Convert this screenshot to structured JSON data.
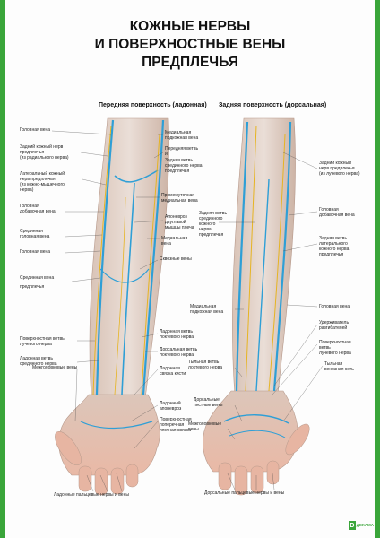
{
  "poster": {
    "title_lines": [
      "КОЖНЫЕ НЕРВЫ",
      "И ПОВЕРХНОСТНЫЕ ВЕНЫ",
      "ПРЕДПЛЕЧЬЯ"
    ],
    "brand_name": "ДЕКАМА",
    "accent_color": "#3aa53a",
    "vein_color": "#2f9fd6",
    "nerve_color": "#e6b422"
  },
  "anterior": {
    "heading": "Передняя поверхность (ладонная)",
    "labels": {
      "cephalic_vein": "Головная вена",
      "post_cutaneous": [
        "Задний кожный нерв",
        "предплечья",
        "(из радиального нерва)"
      ],
      "lat_cutaneous": [
        "Латеральный кожный",
        "нерв предплечья",
        "(из кожно-мышечного",
        "нерва)"
      ],
      "accessory_cephalic": [
        "Головная",
        "добавочная вена"
      ],
      "median_cephalic": [
        "Срединная",
        "головная вена"
      ],
      "cephalic_vein_2": "Головная вена",
      "median_antebrachial": [
        "Срединная вена",
        "предплечья"
      ],
      "superficial_radial": [
        "Поверхностная ветвь",
        "лучевого нерва"
      ],
      "palmar_median": [
        "Ладонная ветвь",
        "срединного нерва"
      ],
      "intercapitular": "Межголовковые вены",
      "palmar_digital": "Ладонные пальцевые нервы и вены",
      "median_basilic": [
        "Медиальная",
        "подкожная вена"
      ],
      "ant_branch": [
        "Передняя ветвь",
        "и"
      ],
      "post_branch_med": [
        "Задняя ветвь",
        "срединного нерва",
        "предплечья"
      ],
      "intermediate_median": [
        "Промежуточная",
        "медиальная вена"
      ],
      "aponeurosis_biceps": [
        "Апоневроз",
        "двуглавой",
        "мышцы плеча"
      ],
      "medial_vein": [
        "Медиальная",
        "вена"
      ],
      "perforating": "Сквозные вены",
      "palmar_ulnar": [
        "Ладонная ветвь",
        "локтевого нерва"
      ],
      "dorsal_ulnar": [
        "Дорсальная ветвь",
        "локтевого нерва"
      ],
      "palmar_carpal": [
        "Ладонная",
        "связка кисти"
      ],
      "palmar_aponeurosis": [
        "Ладонный",
        "апоневроз"
      ],
      "transverse_palmar": [
        "Поверхностная",
        "поперечная",
        "пястная связка"
      ]
    }
  },
  "posterior": {
    "heading": "Задняя поверхность (дорсальная)",
    "labels": {
      "post_cutaneous": [
        "Задний кожный",
        "нерв предплечья",
        "(из лучевого нерва)"
      ],
      "accessory_cephalic": [
        "Головная",
        "добавочная вена"
      ],
      "post_medial": [
        "Задняя ветвь",
        "срединного",
        "кожного",
        "нерва",
        "предплечья"
      ],
      "post_lateral": [
        "Задняя ветвь",
        "латерального",
        "кожного нерва",
        "предплечья"
      ],
      "cephalic_vein": "Головная вена",
      "basilic_vein": [
        "Медиальная",
        "подкожная вена"
      ],
      "extensor_retinaculum": [
        "Удерживатель",
        "разгибателей"
      ],
      "dorsal_ulnar": [
        "Тыльная ветвь",
        "локтевого нерва"
      ],
      "superficial_radial": [
        "Поверхностная",
        "ветвь",
        "лучевого нерва"
      ],
      "dorsal_venous": [
        "Тыльная",
        "венозная сеть"
      ],
      "dorsal_metacarpal": [
        "Дорсальные",
        "пястные вены"
      ],
      "intercapitular": [
        "Межголовковые",
        "вены"
      ],
      "dorsal_digital": "Дорсальные пальцевые нервы и вены"
    }
  }
}
